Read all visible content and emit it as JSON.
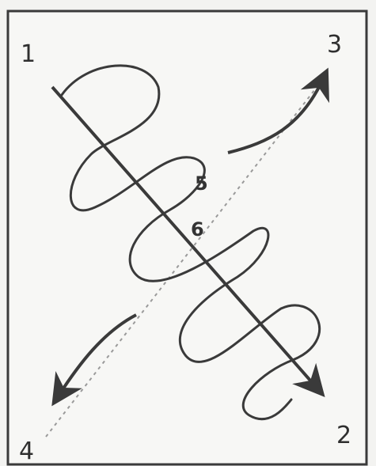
{
  "labels": {
    "corner_1": "1",
    "corner_2": "2",
    "corner_3": "3",
    "corner_4": "4",
    "point_5": "5",
    "point_6": "6"
  },
  "colors": {
    "paper": "#f3f3f1",
    "ink": "#3a3a3a",
    "dashed": "#9a9a9a"
  }
}
